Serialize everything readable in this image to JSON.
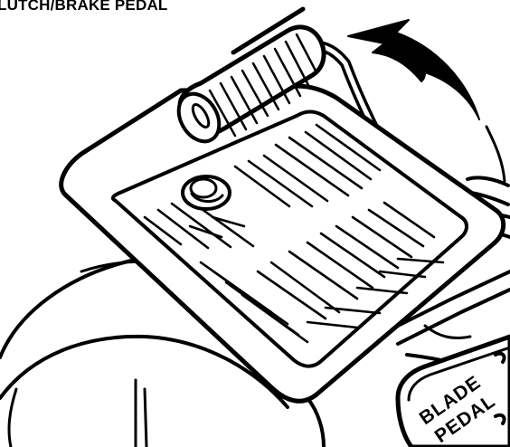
{
  "title": "LUTCH/BRAKE PEDAL",
  "decal": {
    "line1": "BLADE",
    "line2": "PEDAL"
  },
  "colors": {
    "ink": "#000000",
    "paper": "#ffffff"
  }
}
